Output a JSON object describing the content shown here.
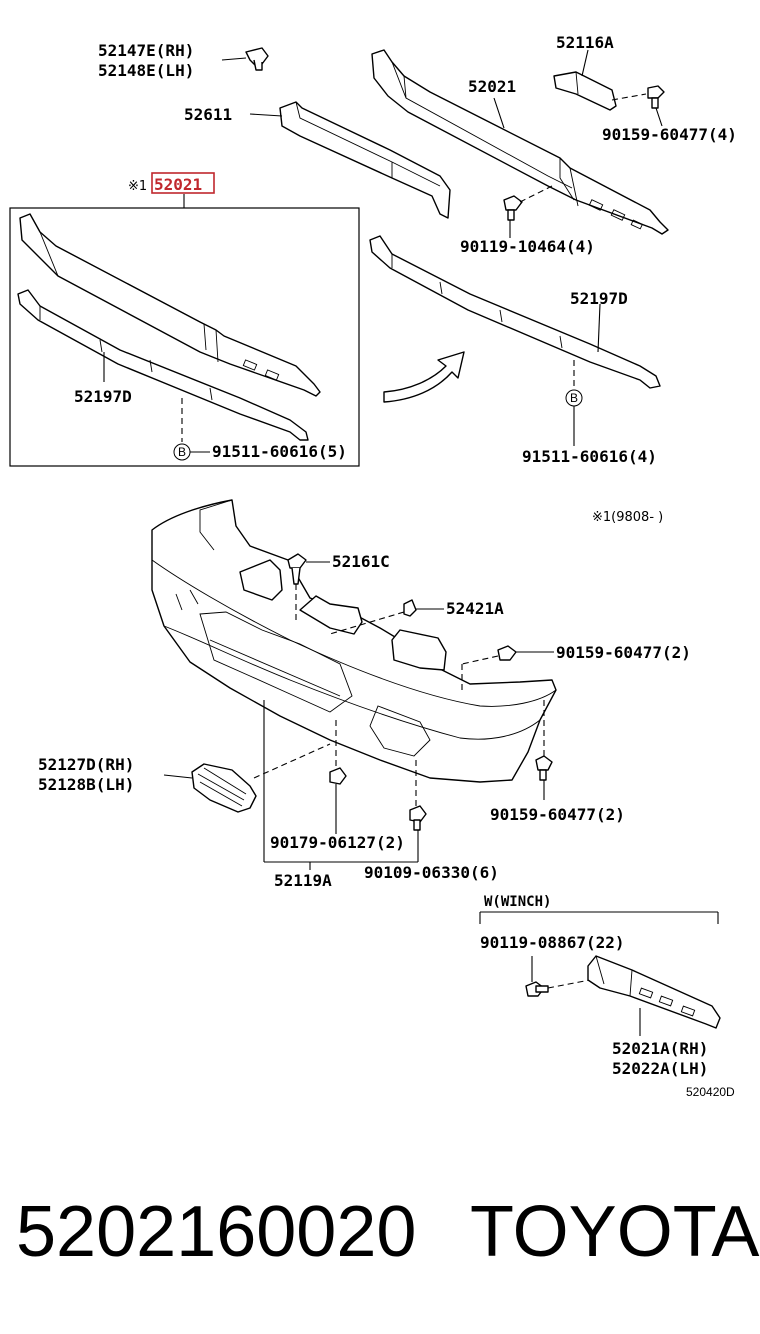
{
  "diagram": {
    "labels": {
      "p52147e": "52147E(RH)",
      "p52148e": "52148E(LH)",
      "p52116a": "52116A",
      "p52611": "52611",
      "p52021_top": "52021",
      "p90159_top": "90159-60477(4)",
      "p90119_10464": "90119-10464(4)",
      "p52197d_right": "52197D",
      "p91511_right": "91511-60616(4)",
      "inset_mark": "※1",
      "inset_part": "52021",
      "p52197d_inset": "52197D",
      "p91511_inset": "91511-60616(5)",
      "b_mark": "B",
      "date_note": "※1(9808-     )",
      "p52161c": "52161C",
      "p52421a": "52421A",
      "p90159_mid": "90159-60477(2)",
      "p52127d": "52127D(RH)",
      "p52128b": "52128B(LH)",
      "p90159_low": "90159-60477(2)",
      "p90179": "90179-06127(2)",
      "p90109": "90109-06330(6)",
      "p52119a": "52119A",
      "winch_label": "W(WINCH)",
      "p90119_08867": "90119-08867(22)",
      "p52021a": "52021A(RH)",
      "p52022a": "52022A(LH)",
      "diagram_code": "520420D"
    }
  },
  "footer": {
    "part_number": "5202160020",
    "brand": "TOYOTA"
  },
  "colors": {
    "highlight": "#c0272d",
    "ink": "#000000",
    "background": "#ffffff"
  }
}
